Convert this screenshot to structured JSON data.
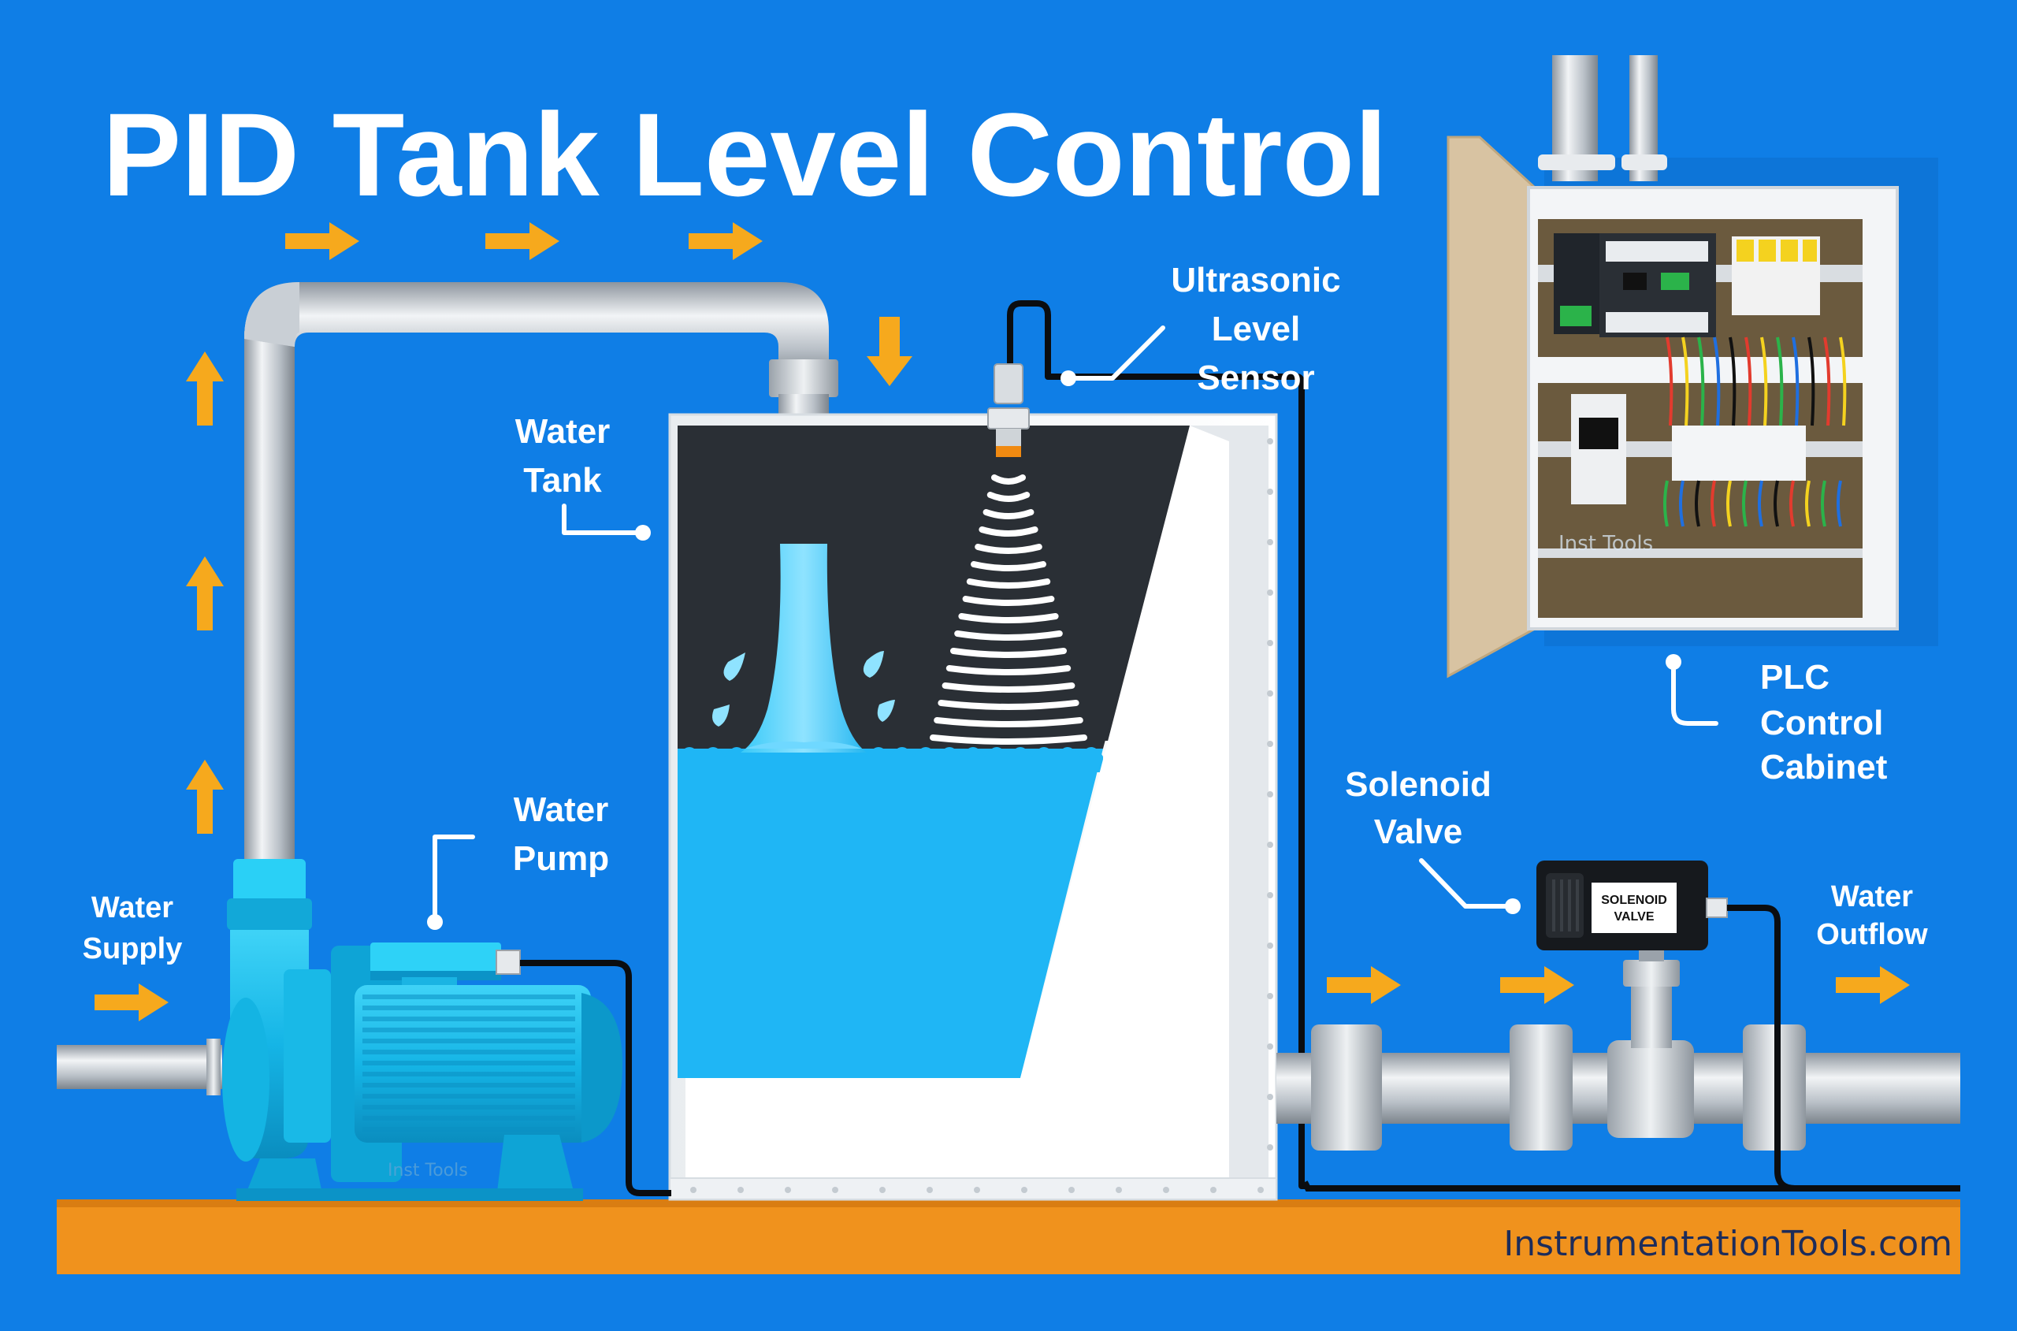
{
  "title": "PID Tank Level Control",
  "labels": {
    "ultrasonic": [
      "Ultrasonic",
      "Level",
      "Sensor"
    ],
    "water_tank": [
      "Water",
      "Tank"
    ],
    "water_pump": [
      "Water",
      "Pump"
    ],
    "water_supply": [
      "Water",
      "Supply"
    ],
    "solenoid_valve": [
      "Solenoid",
      "Valve"
    ],
    "water_outflow": [
      "Water",
      "Outflow"
    ],
    "plc_cabinet": [
      "PLC",
      "Control",
      "Cabinet"
    ]
  },
  "valve_plate": [
    "SOLENOID",
    "VALVE"
  ],
  "watermark": "Inst Tools",
  "website": "InstrumentationTools.com",
  "colors": {
    "background": "#0f7ee6",
    "arrow": "#f6a91d",
    "water": "#1fb6f5",
    "ground": "#f0921d",
    "pipe": "#c7cdd3",
    "pump": "#17bde8"
  },
  "icons": [
    "flow-arrow-icon",
    "splash-drop-icon",
    "ultrasonic-wave-icon"
  ]
}
